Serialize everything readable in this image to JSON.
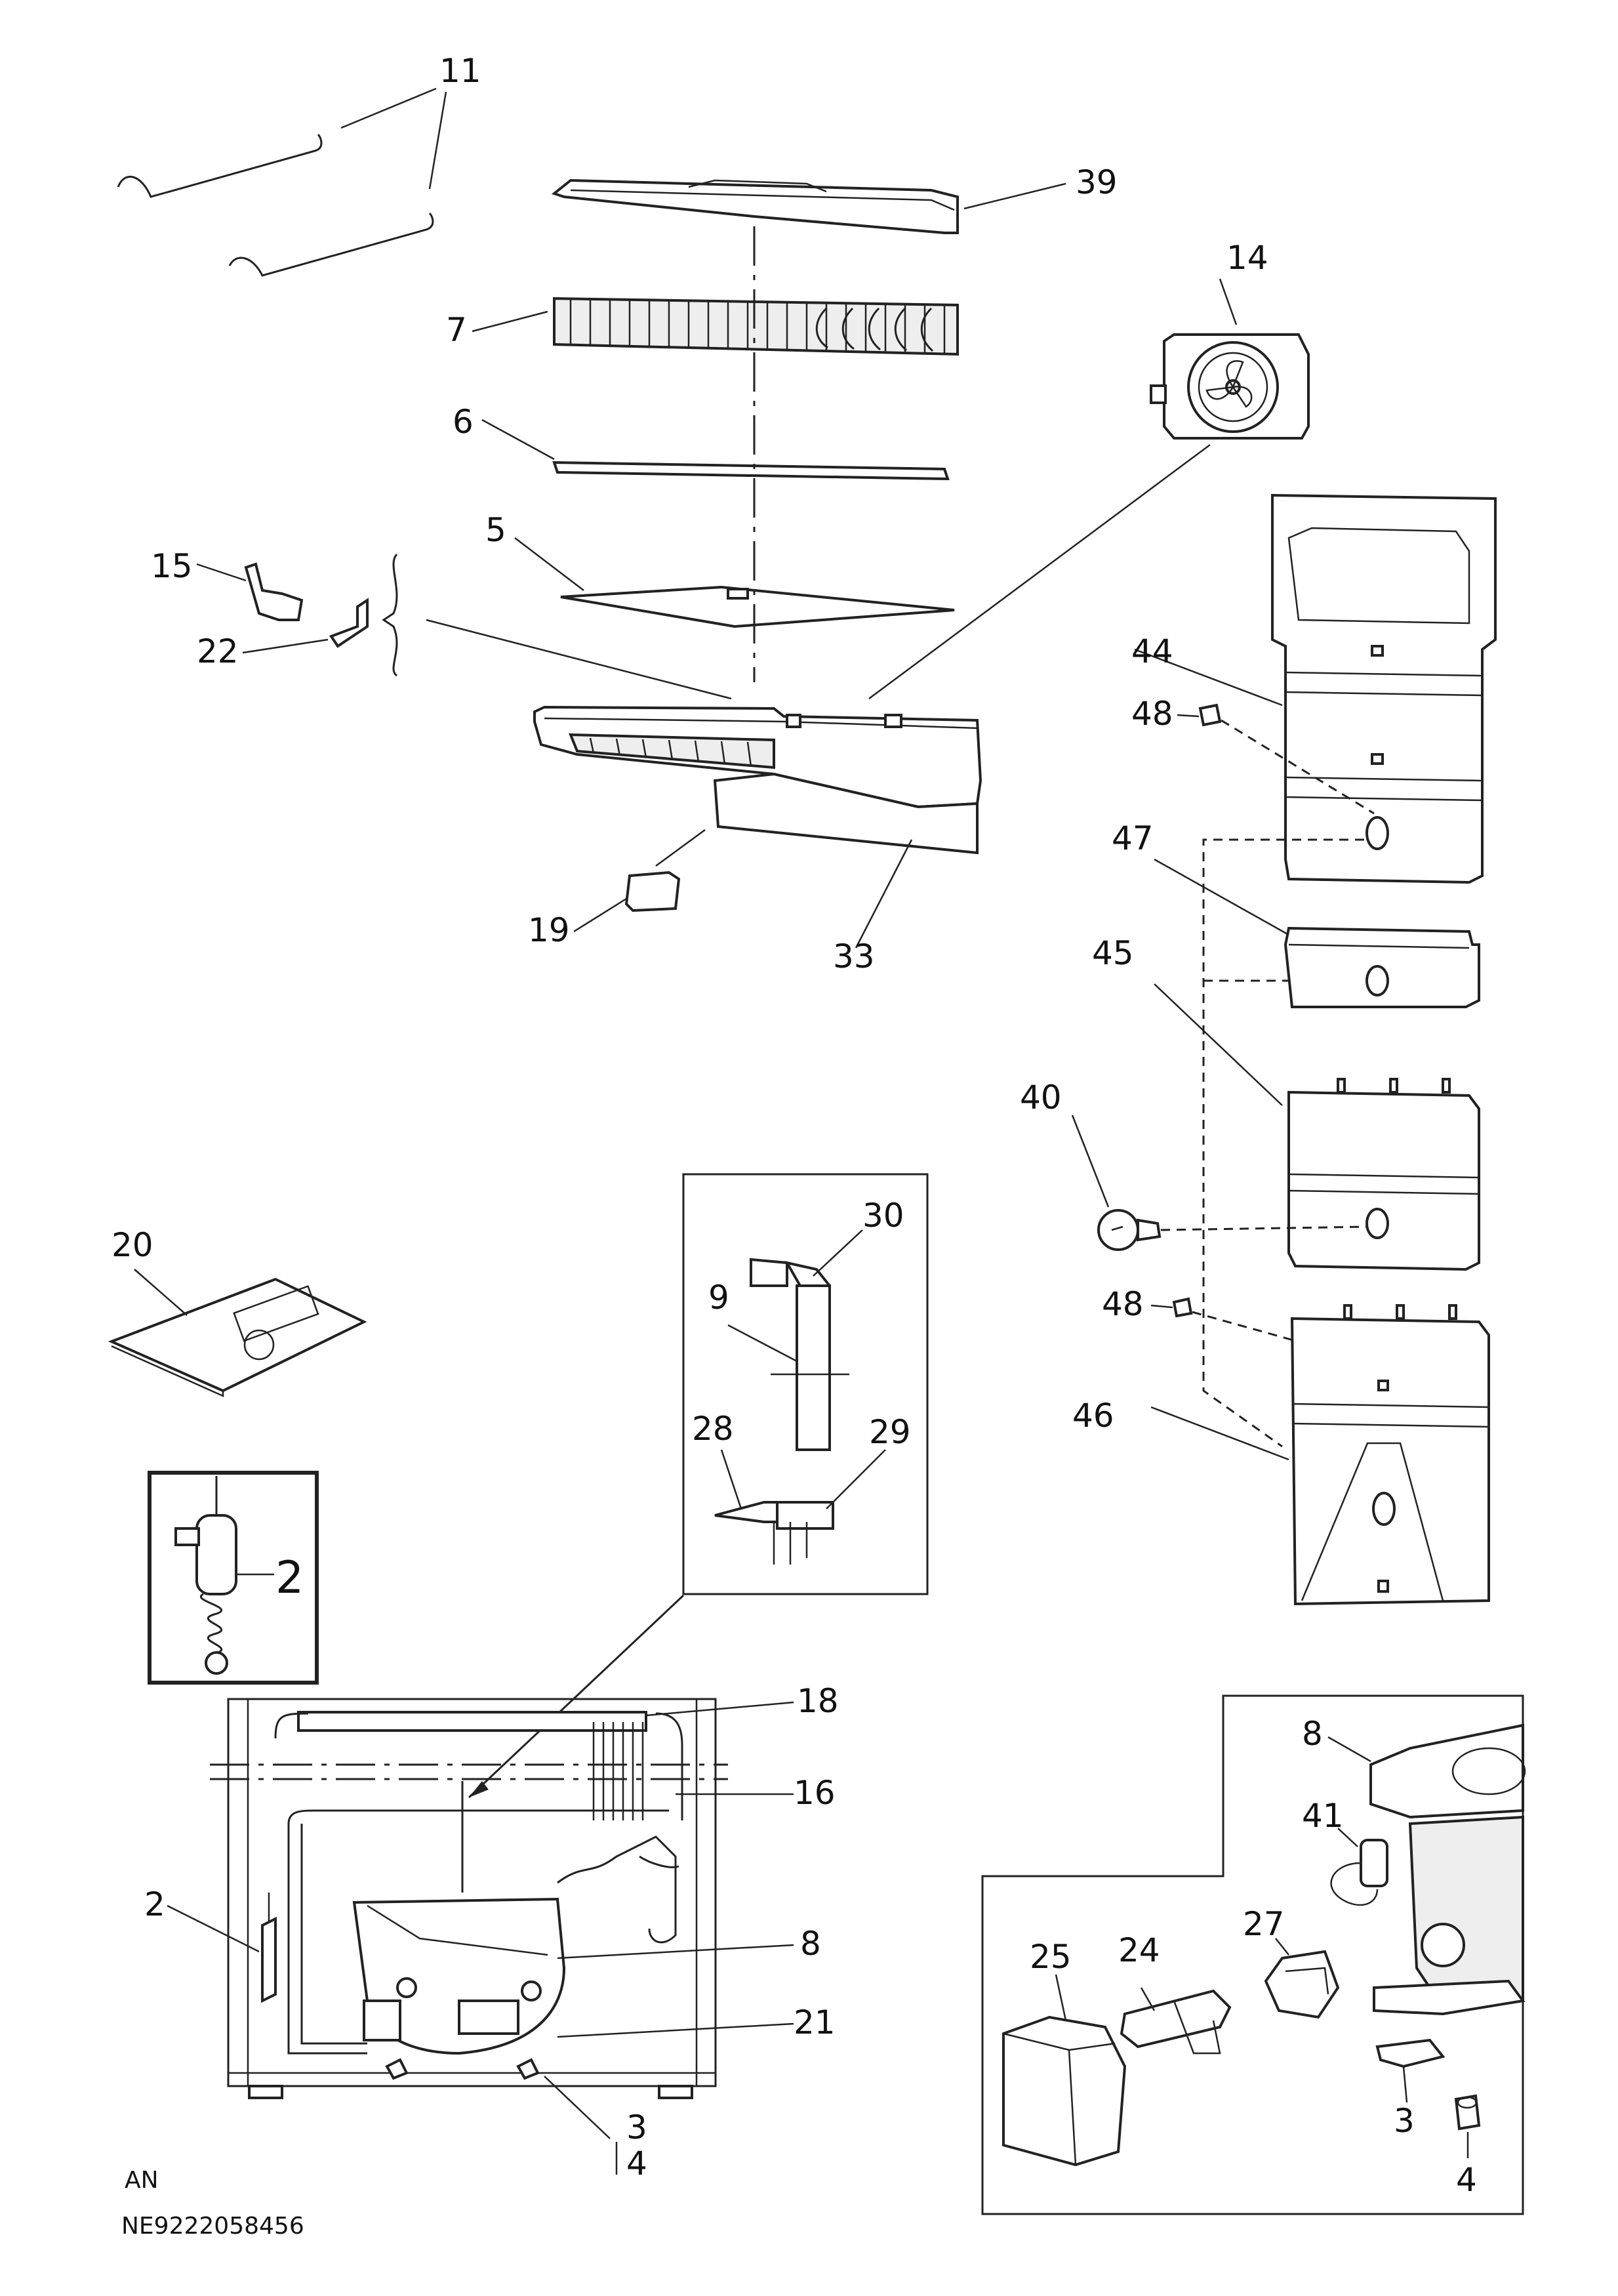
{
  "diagram": {
    "callouts": {
      "c11": "11",
      "c39": "39",
      "c14": "14",
      "c7": "7",
      "c6": "6",
      "c5": "5",
      "c15": "15",
      "c22": "22",
      "c44": "44",
      "c48a": "48",
      "c19": "19",
      "c33": "33",
      "c47": "47",
      "c45": "45",
      "c40": "40",
      "c48b": "48",
      "c46": "46",
      "c20": "20",
      "c30": "30",
      "c9": "9",
      "c28": "28",
      "c29": "29",
      "c2inset": "2",
      "c18": "18",
      "c16": "16",
      "c2": "2",
      "c8a": "8",
      "c21": "21",
      "c3a": "3",
      "c4a": "4",
      "c8b": "8",
      "c41": "41",
      "c25": "25",
      "c24": "24",
      "c27": "27",
      "c3b": "3",
      "c4b": "4"
    },
    "footer": {
      "code": "AN",
      "part_number": "NE9222058456"
    }
  }
}
